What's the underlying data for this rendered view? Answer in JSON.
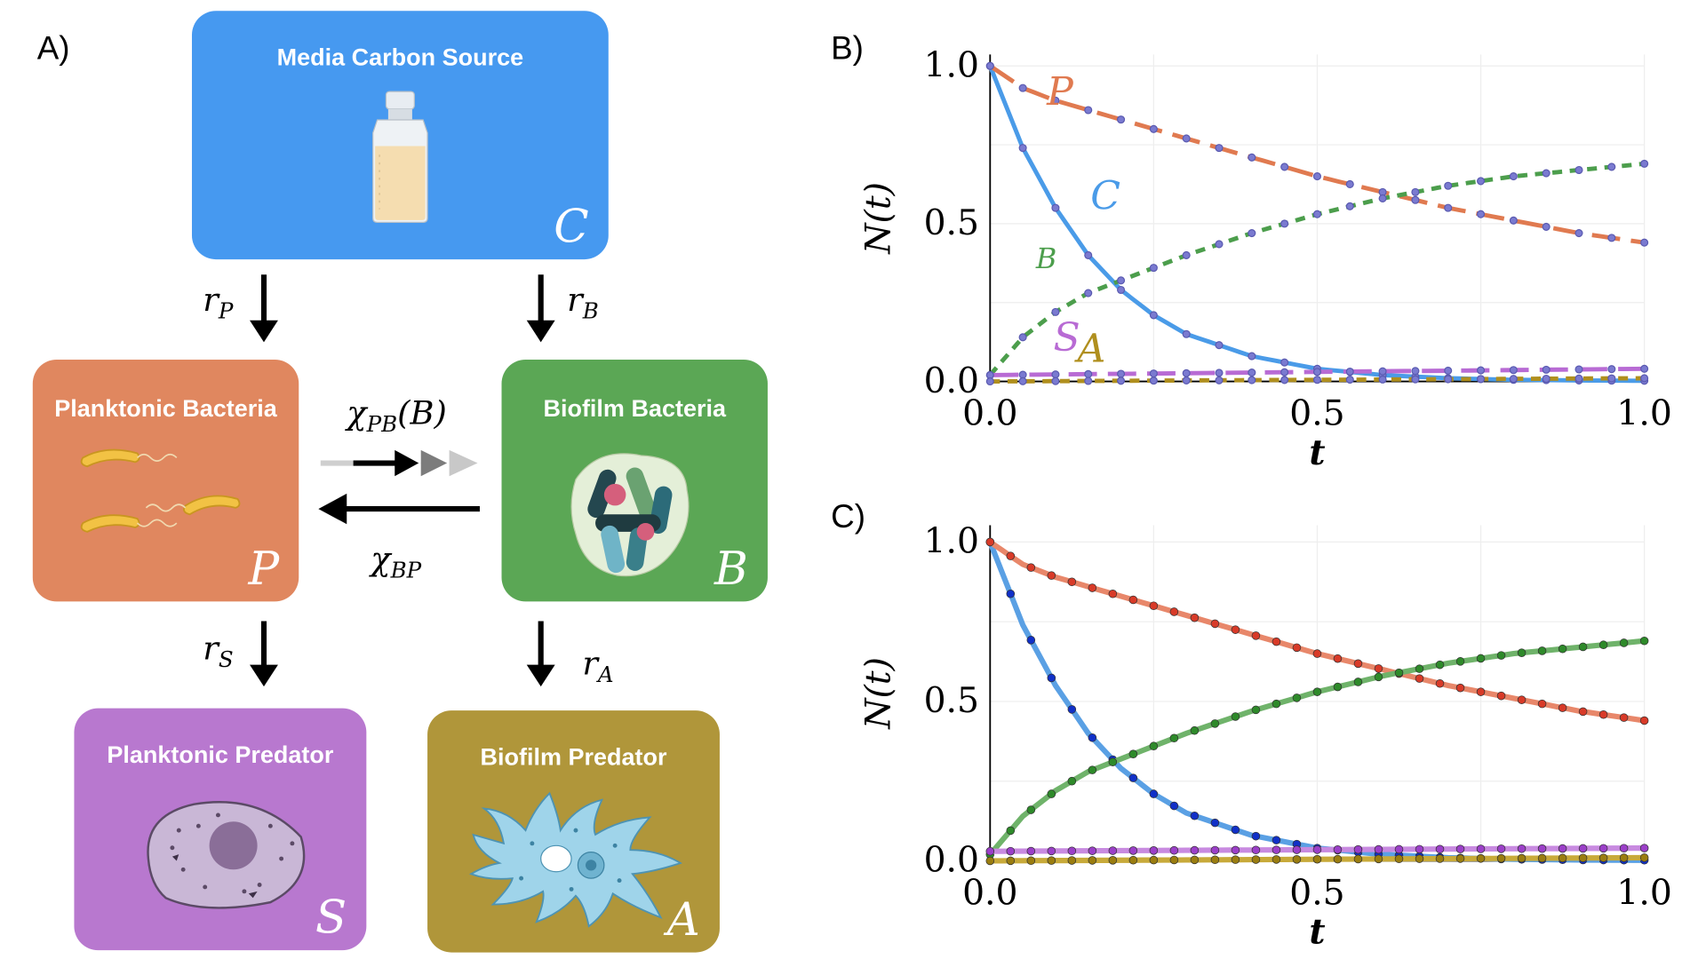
{
  "panels": {
    "a": "A)",
    "b": "B)",
    "c": "C)"
  },
  "compartments": {
    "carbon": {
      "title": "Media Carbon Source",
      "letter": "C",
      "color": "#4699f0"
    },
    "planktonic": {
      "title": "Planktonic Bacteria",
      "letter": "P",
      "color": "#e0875f"
    },
    "biofilm": {
      "title": "Biofilm Bacteria",
      "letter": "B",
      "color": "#5ba755"
    },
    "plank_predator": {
      "title": "Planktonic Predator",
      "letter": "S",
      "color": "#b878cf"
    },
    "bio_predator": {
      "title": "Biofilm Predator",
      "letter": "A",
      "color": "#b0963a"
    }
  },
  "rates": {
    "rP": {
      "main": "r",
      "sub": "P"
    },
    "rB": {
      "main": "r",
      "sub": "B"
    },
    "rS": {
      "main": "r",
      "sub": "S"
    },
    "rA": {
      "main": "r",
      "sub": "A"
    },
    "chiPB": {
      "main": "χ",
      "sub": "PB",
      "suffix": "(B)"
    },
    "chiBP": {
      "main": "χ",
      "sub": "BP"
    }
  },
  "chart_data": [
    {
      "type": "line",
      "panel": "B)",
      "xlabel": "t",
      "ylabel": "N(t)",
      "xlim": [
        0,
        1
      ],
      "ylim": [
        0,
        1
      ],
      "xticks": [
        "0.0",
        "0.5",
        "1.0"
      ],
      "yticks": [
        "0.0",
        "0.5",
        "1.0"
      ],
      "grid": true,
      "series": [
        {
          "name": "C",
          "color": "#4a9be8",
          "style": "solid",
          "x": [
            0,
            0.05,
            0.1,
            0.15,
            0.2,
            0.25,
            0.3,
            0.4,
            0.5,
            0.6,
            0.7,
            0.8,
            0.9,
            1.0
          ],
          "values": [
            1.0,
            0.74,
            0.55,
            0.4,
            0.29,
            0.21,
            0.15,
            0.08,
            0.04,
            0.02,
            0.01,
            0.005,
            0.003,
            0.002
          ]
        },
        {
          "name": "P",
          "color": "#e07a50",
          "style": "longdash",
          "x": [
            0,
            0.05,
            0.1,
            0.2,
            0.3,
            0.4,
            0.5,
            0.6,
            0.7,
            0.8,
            0.9,
            1.0
          ],
          "values": [
            1.0,
            0.93,
            0.89,
            0.83,
            0.77,
            0.71,
            0.65,
            0.6,
            0.55,
            0.51,
            0.47,
            0.44
          ]
        },
        {
          "name": "B",
          "color": "#4c9e4c",
          "style": "shortdash",
          "x": [
            0,
            0.05,
            0.1,
            0.15,
            0.2,
            0.3,
            0.4,
            0.5,
            0.6,
            0.7,
            0.8,
            0.9,
            1.0
          ],
          "values": [
            0.02,
            0.14,
            0.22,
            0.28,
            0.32,
            0.4,
            0.47,
            0.53,
            0.58,
            0.62,
            0.65,
            0.67,
            0.69
          ]
        },
        {
          "name": "S",
          "color": "#b86bd4",
          "style": "longdash",
          "x": [
            0,
            0.5,
            1.0
          ],
          "values": [
            0.02,
            0.03,
            0.04
          ]
        },
        {
          "name": "A",
          "color": "#b08f1e",
          "style": "shortdash",
          "x": [
            0,
            0.5,
            1.0
          ],
          "values": [
            0.0,
            0.005,
            0.01
          ]
        }
      ]
    },
    {
      "type": "scatter",
      "panel": "C)",
      "xlabel": "t",
      "ylabel": "N(t)",
      "xlim": [
        0,
        1
      ],
      "ylim": [
        0,
        1
      ],
      "xticks": [
        "0.0",
        "0.5",
        "1.0"
      ],
      "yticks": [
        "0.0",
        "0.5",
        "1.0"
      ],
      "grid": true,
      "series": [
        {
          "color": "#1030c8",
          "line": "#5aa0e4",
          "x": [
            0,
            0.05,
            0.1,
            0.15,
            0.2,
            0.25,
            0.3,
            0.4,
            0.5,
            0.6,
            0.7,
            0.8,
            0.9,
            1.0
          ],
          "values": [
            1.0,
            0.74,
            0.55,
            0.4,
            0.29,
            0.21,
            0.15,
            0.08,
            0.04,
            0.02,
            0.01,
            0.005,
            0.003,
            0.002
          ]
        },
        {
          "color": "#d83a28",
          "line": "#e8876a",
          "x": [
            0,
            0.05,
            0.1,
            0.2,
            0.3,
            0.4,
            0.5,
            0.6,
            0.7,
            0.8,
            0.9,
            1.0
          ],
          "values": [
            1.0,
            0.93,
            0.89,
            0.83,
            0.77,
            0.71,
            0.65,
            0.6,
            0.55,
            0.51,
            0.47,
            0.44
          ]
        },
        {
          "color": "#2e8a2a",
          "line": "#6fb36a",
          "x": [
            0,
            0.05,
            0.1,
            0.15,
            0.2,
            0.3,
            0.4,
            0.5,
            0.6,
            0.7,
            0.8,
            0.9,
            1.0
          ],
          "values": [
            0.02,
            0.14,
            0.22,
            0.28,
            0.32,
            0.4,
            0.47,
            0.53,
            0.58,
            0.62,
            0.65,
            0.67,
            0.69
          ]
        },
        {
          "color": "#9b3fc8",
          "line": "#c88ae0",
          "x": [
            0,
            0.5,
            1.0
          ],
          "values": [
            0.03,
            0.035,
            0.04
          ]
        },
        {
          "color": "#9a7d10",
          "line": "#c8aa3a",
          "x": [
            0,
            0.5,
            1.0
          ],
          "values": [
            0.0,
            0.005,
            0.01
          ]
        }
      ]
    }
  ]
}
